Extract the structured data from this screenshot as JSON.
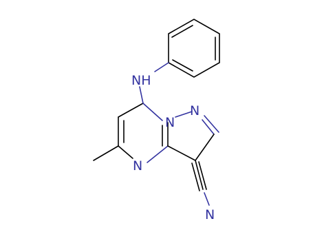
{
  "molecule": {
    "atom_labels": {
      "nh": "NH",
      "n_fused": "N",
      "n_pyrazole": "N",
      "n_pyrimidine": "N",
      "n_nitrile": "N"
    },
    "colors": {
      "bond": "#000000",
      "heteroatom": "#3333a0",
      "background": "#ffffff"
    }
  }
}
